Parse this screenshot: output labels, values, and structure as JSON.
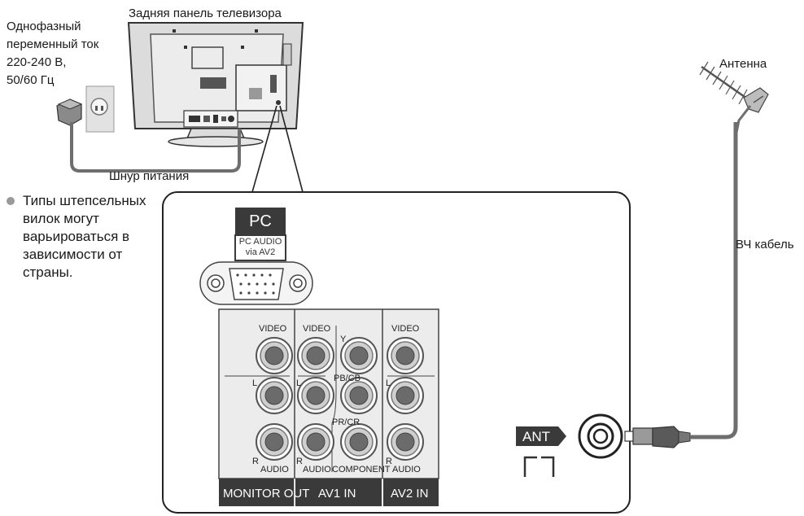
{
  "power": {
    "lines": [
      "Однофазный",
      "переменный ток",
      "220-240 В,",
      "50/60 Гц"
    ]
  },
  "tv_back_label": "Задняя панель телевизора",
  "cord_label": "Шнур питания",
  "plug_note": {
    "lines": [
      "Типы штепсельных",
      "вилок могут",
      "варьироваться в",
      "зависимости от",
      "страны."
    ]
  },
  "antenna_label": "Антенна",
  "rf_cable_label": "ВЧ кабель",
  "pc": {
    "title": "PC",
    "audio_line1": "PC AUDIO",
    "audio_line2": "via AV2"
  },
  "jacks": {
    "video": "VIDEO",
    "y": "Y",
    "pb_cb": "PB/CB",
    "pr_cr": "PR/CR",
    "l": "L",
    "r": "R",
    "audio": "AUDIO",
    "component": "COMPONENT",
    "monitor_out": "MONITOR OUT",
    "av1_in": "AV1 IN",
    "av2_in": "AV2 IN"
  },
  "ant_label": "ANT",
  "colors": {
    "band": "#3a3a3a",
    "panel": "#ececec",
    "jack_ring": "#cfcfcf",
    "jack_core": "#6b6b6b",
    "cable": "#6e6e6e"
  }
}
